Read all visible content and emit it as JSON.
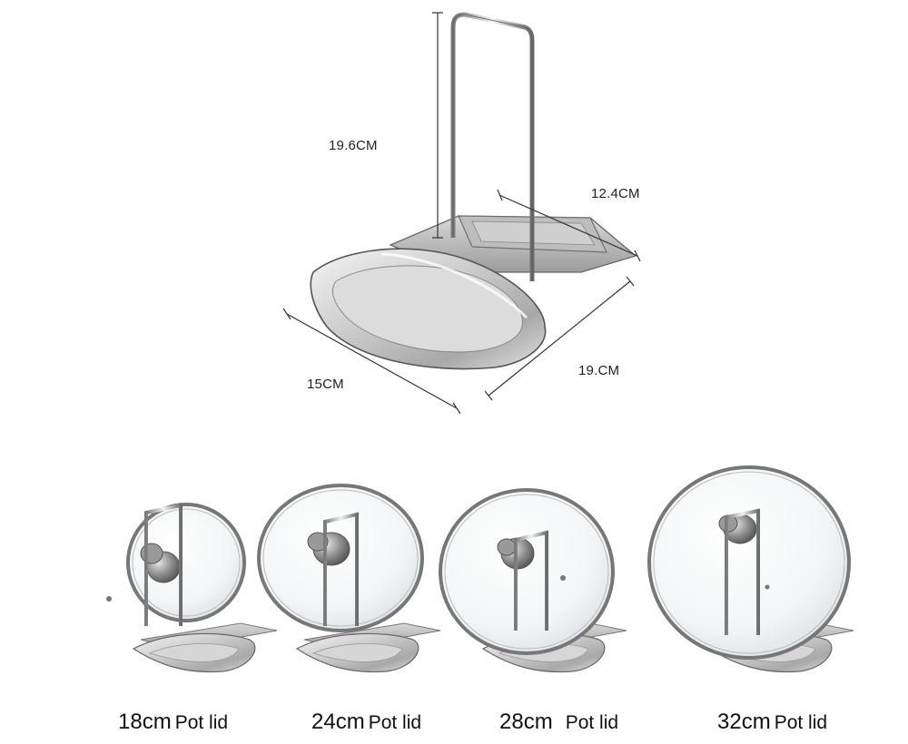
{
  "dimensions": {
    "height": "19.6CM",
    "depth": "12.4CM",
    "length": "15CM",
    "width": "19.CM"
  },
  "captions": [
    {
      "size": "18cm",
      "lid": "Pot lid"
    },
    {
      "size": "24cm",
      "lid": "Pot lid"
    },
    {
      "size": "28cm",
      "lid": "Pot lid"
    },
    {
      "size": "32cm",
      "lid": "Pot lid"
    }
  ]
}
